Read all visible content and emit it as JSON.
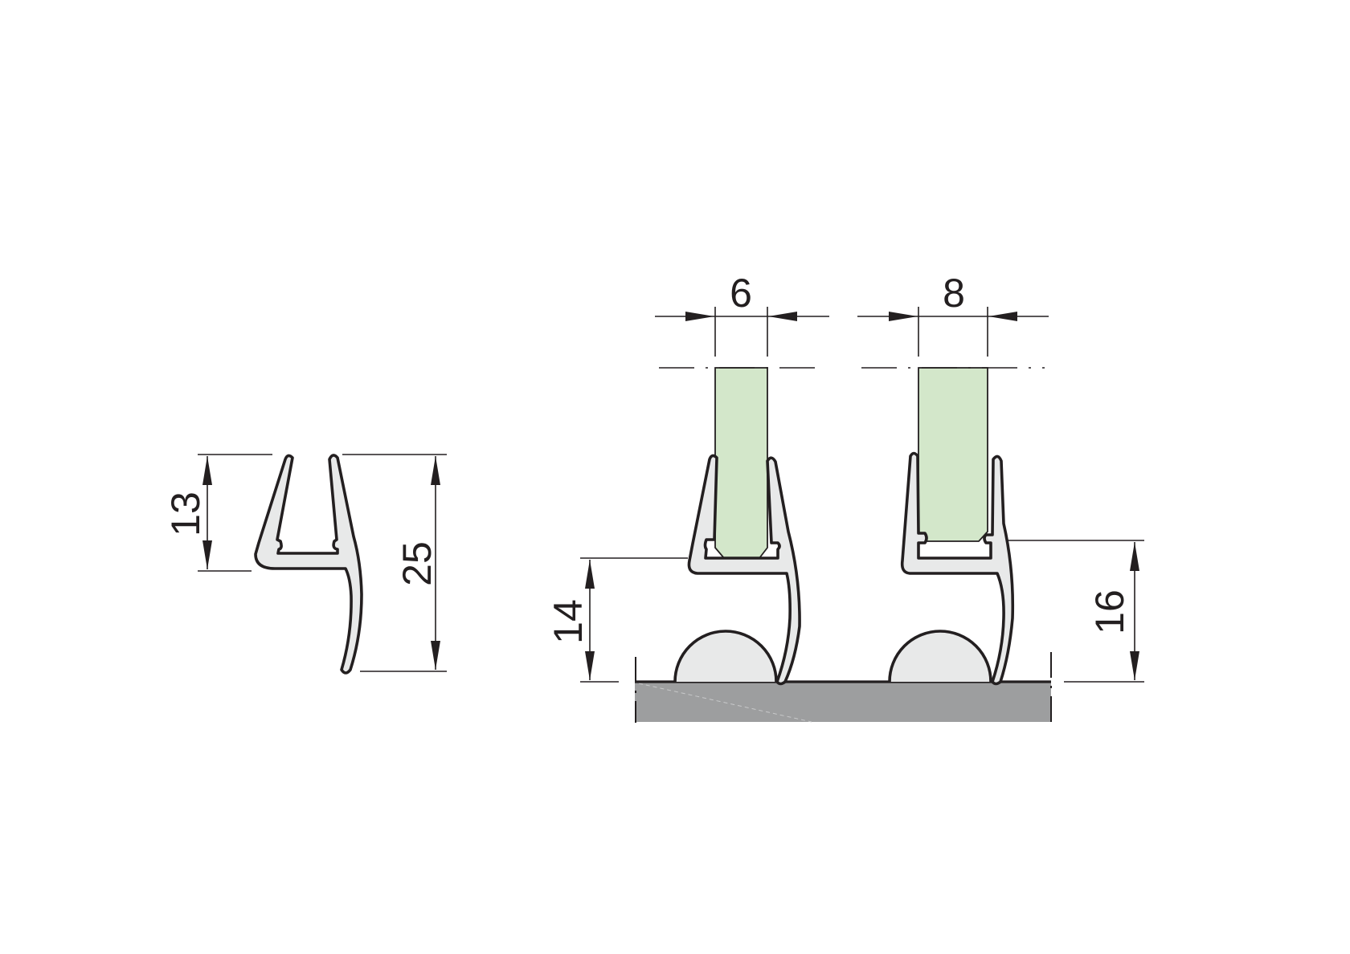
{
  "drawing": {
    "type": "technical-cross-section",
    "subject": "shower door glass seal profile",
    "colors": {
      "line": "#231f20",
      "profile_fill": "#e8e9e9",
      "glass_fill": "#d3e7ca",
      "ground_fill": "#9d9e9f",
      "background": "#ffffff"
    },
    "profile_alone": {
      "dimensions": {
        "channel_depth": "13",
        "total_height": "25"
      }
    },
    "installed_6mm": {
      "glass_thickness": "6",
      "height_above_floor": "14"
    },
    "installed_8mm": {
      "glass_thickness": "8",
      "height_above_floor": "16"
    }
  }
}
